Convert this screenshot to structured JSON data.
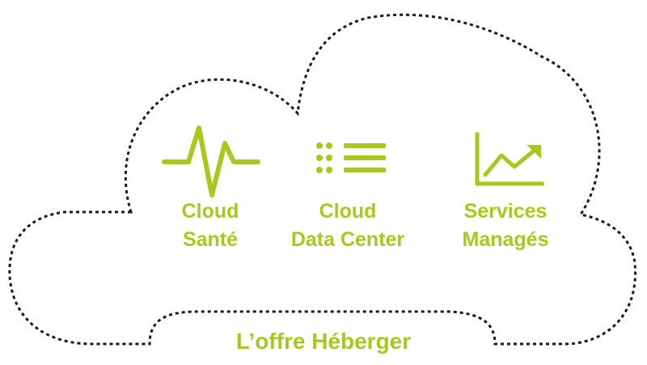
{
  "colors": {
    "accent": "#a8c81e",
    "outline": "#1a1a1a"
  },
  "services": [
    {
      "icon": "heartbeat-icon",
      "line1": "Cloud",
      "line2": "Santé"
    },
    {
      "icon": "list-icon",
      "line1": "Cloud",
      "line2": "Data Center"
    },
    {
      "icon": "trend-chart-icon",
      "line1": "Services",
      "line2": "Managés"
    }
  ],
  "footer_label": "L’offre Héberger"
}
